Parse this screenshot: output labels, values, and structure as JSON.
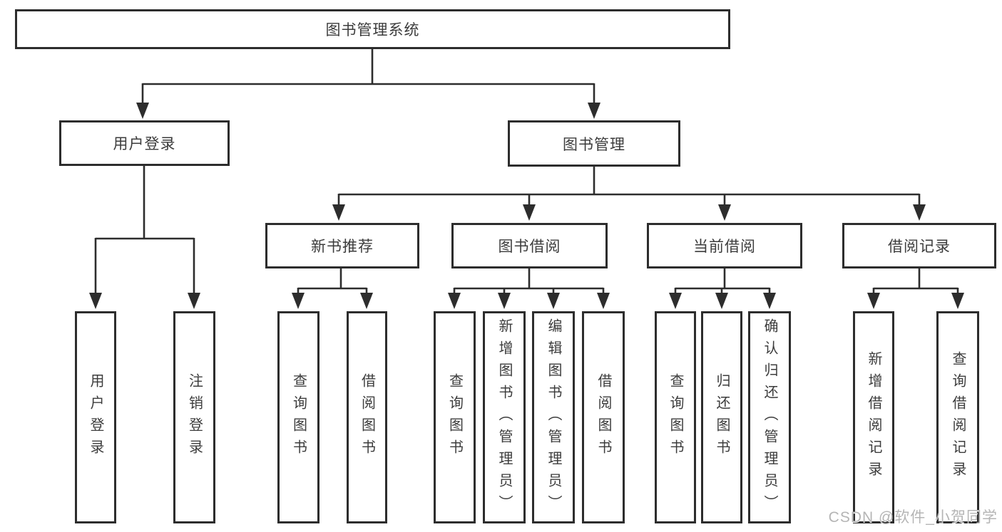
{
  "diagram": {
    "root": "图书管理系统",
    "level2": [
      "用户登录",
      "图书管理"
    ],
    "level3": [
      "新书推荐",
      "图书借阅",
      "当前借阅",
      "借阅记录"
    ],
    "leaves": {
      "user": [
        "用户登录",
        "注销登录"
      ],
      "recommend": [
        "查询图书",
        "借阅图书"
      ],
      "borrow": [
        "查询图书",
        "新增图书（管理员）",
        "编辑图书（管理员）",
        "借阅图书"
      ],
      "current": [
        "查询图书",
        "归还图书",
        "确认归还（管理员）"
      ],
      "records": [
        "新增借阅记录",
        "查询借阅记录"
      ]
    },
    "colors": {
      "line": "#2d2d2d",
      "box_border": "#2d2d2d",
      "text": "#3c3c3c",
      "background": "#ffffff",
      "watermark": "#b5b5b5"
    },
    "watermark": "CSDN @软件_小贺同学"
  }
}
